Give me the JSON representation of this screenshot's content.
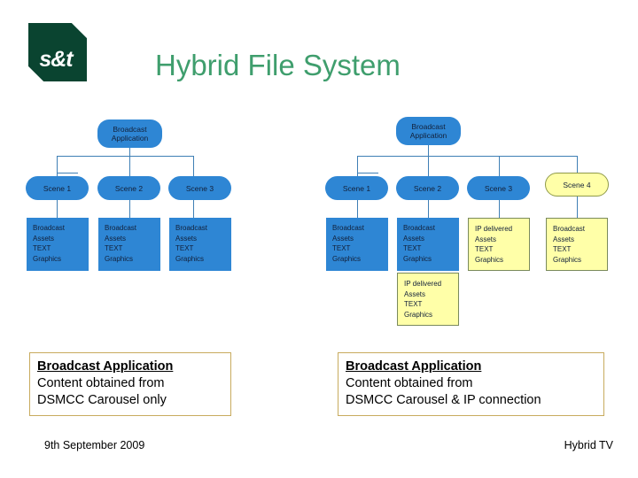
{
  "slide": {
    "title": "Hybrid File System",
    "logo_text": "s&t",
    "logo_color": "#0a4430",
    "title_color": "#3f9e6d",
    "node_blue": "#2e86d4",
    "node_yellow": "#ffffa8",
    "connector_color": "#3f7fb5",
    "callout_border": "#c8ab5e"
  },
  "footer": {
    "date": "9th September 2009",
    "topic": "Hybrid TV"
  },
  "left_diagram": {
    "root": {
      "line1": "Broadcast",
      "line2": "Application"
    },
    "scenes": [
      {
        "label": "Scene 1"
      },
      {
        "label": "Scene 2"
      },
      {
        "label": "Scene 3"
      }
    ],
    "assets": [
      {
        "line1": "Broadcast",
        "line2": "Assets",
        "line3": "TEXT",
        "line4": "Graphics"
      },
      {
        "line1": "Broadcast",
        "line2": "Assets",
        "line3": "TEXT",
        "line4": "Graphics"
      },
      {
        "line1": "Broadcast",
        "line2": "Assets",
        "line3": "TEXT",
        "line4": "Graphics"
      }
    ]
  },
  "right_diagram": {
    "root": {
      "line1": "Broadcast",
      "line2": "Application"
    },
    "scenes": [
      {
        "label": "Scene 1"
      },
      {
        "label": "Scene 2"
      },
      {
        "label": "Scene 3"
      },
      {
        "label": "Scene 4"
      }
    ],
    "assets": [
      {
        "line1": "Broadcast",
        "line2": "Assets",
        "line3": "TEXT",
        "line4": "Graphics"
      },
      {
        "line1": "Broadcast",
        "line2": "Assets",
        "line3": "TEXT",
        "line4": "Graphics"
      },
      {
        "line1": "IP delivered",
        "line2": "Assets",
        "line3": "TEXT",
        "line4": "Graphics"
      },
      {
        "line1": "Broadcast",
        "line2": "Assets",
        "line3": "TEXT",
        "line4": "Graphics"
      }
    ],
    "extra_asset": {
      "line1": "IP delivered",
      "line2": "Assets",
      "line3": "TEXT",
      "line4": "Graphics"
    }
  },
  "callouts": {
    "left": {
      "heading": "Broadcast Application",
      "line1": "Content obtained from",
      "line2": "DSMCC Carousel only"
    },
    "right": {
      "heading": "Broadcast Application",
      "line1": "Content obtained from",
      "line2": "DSMCC Carousel & IP connection"
    }
  }
}
